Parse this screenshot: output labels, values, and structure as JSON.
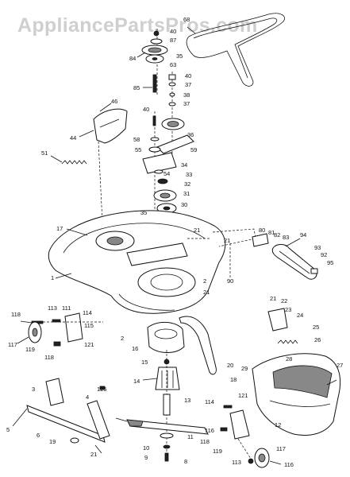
{
  "watermark": "AppliancePartsPros.com",
  "callouts": [
    {
      "id": "c68",
      "text": "68"
    },
    {
      "id": "c40a",
      "text": "40"
    },
    {
      "id": "c87",
      "text": "87"
    },
    {
      "id": "c84",
      "text": "84"
    },
    {
      "id": "c35a",
      "text": "35"
    },
    {
      "id": "c63",
      "text": "63"
    },
    {
      "id": "c85",
      "text": "85"
    },
    {
      "id": "c40b",
      "text": "40"
    },
    {
      "id": "c37a",
      "text": "37"
    },
    {
      "id": "c38",
      "text": "38"
    },
    {
      "id": "c37b",
      "text": "37"
    },
    {
      "id": "c46",
      "text": "46"
    },
    {
      "id": "c40c",
      "text": "40"
    },
    {
      "id": "c36",
      "text": "36"
    },
    {
      "id": "c44",
      "text": "44"
    },
    {
      "id": "c58",
      "text": "58"
    },
    {
      "id": "c55",
      "text": "55"
    },
    {
      "id": "c59",
      "text": "59"
    },
    {
      "id": "c51",
      "text": "51"
    },
    {
      "id": "c34",
      "text": "34"
    },
    {
      "id": "c54",
      "text": "54"
    },
    {
      "id": "c33",
      "text": "33"
    },
    {
      "id": "c32",
      "text": "32"
    },
    {
      "id": "c31",
      "text": "31"
    },
    {
      "id": "c30",
      "text": "30"
    },
    {
      "id": "c35b",
      "text": "35"
    },
    {
      "id": "c17",
      "text": "17"
    },
    {
      "id": "c21a",
      "text": "21"
    },
    {
      "id": "c21b",
      "text": "21"
    },
    {
      "id": "c80",
      "text": "80"
    },
    {
      "id": "c81",
      "text": "81"
    },
    {
      "id": "c82",
      "text": "82"
    },
    {
      "id": "c83",
      "text": "83"
    },
    {
      "id": "c94",
      "text": "94"
    },
    {
      "id": "c1",
      "text": "1"
    },
    {
      "id": "c2a",
      "text": "2"
    },
    {
      "id": "c21c",
      "text": "21"
    },
    {
      "id": "c93",
      "text": "93"
    },
    {
      "id": "c92",
      "text": "92"
    },
    {
      "id": "c95",
      "text": "95"
    },
    {
      "id": "c90",
      "text": "90"
    },
    {
      "id": "c113a",
      "text": "113"
    },
    {
      "id": "c111",
      "text": "111"
    },
    {
      "id": "c118a",
      "text": "118"
    },
    {
      "id": "c114a",
      "text": "114"
    },
    {
      "id": "c115",
      "text": "115"
    },
    {
      "id": "c117a",
      "text": "117"
    },
    {
      "id": "c119a",
      "text": "119"
    },
    {
      "id": "c118b",
      "text": "118"
    },
    {
      "id": "c121a",
      "text": "121"
    },
    {
      "id": "c2b",
      "text": "2"
    },
    {
      "id": "c16",
      "text": "16"
    },
    {
      "id": "c21d",
      "text": "21"
    },
    {
      "id": "c22",
      "text": "22"
    },
    {
      "id": "c23",
      "text": "23"
    },
    {
      "id": "c24",
      "text": "24"
    },
    {
      "id": "c25",
      "text": "25"
    },
    {
      "id": "c26",
      "text": "26"
    },
    {
      "id": "c27",
      "text": "27"
    },
    {
      "id": "c28",
      "text": "28"
    },
    {
      "id": "c29",
      "text": "29"
    },
    {
      "id": "c15",
      "text": "15"
    },
    {
      "id": "c20",
      "text": "20"
    },
    {
      "id": "c14",
      "text": "14"
    },
    {
      "id": "c18",
      "text": "18"
    },
    {
      "id": "c13",
      "text": "13"
    },
    {
      "id": "c3",
      "text": "3"
    },
    {
      "id": "c125",
      "text": "125"
    },
    {
      "id": "c4",
      "text": "4"
    },
    {
      "id": "c114b",
      "text": "114"
    },
    {
      "id": "c121b",
      "text": "121"
    },
    {
      "id": "c5",
      "text": "5"
    },
    {
      "id": "c6",
      "text": "6"
    },
    {
      "id": "c12",
      "text": "12"
    },
    {
      "id": "c11",
      "text": "11"
    },
    {
      "id": "c19",
      "text": "19"
    },
    {
      "id": "c116a",
      "text": "116"
    },
    {
      "id": "c118c",
      "text": "118"
    },
    {
      "id": "c21e",
      "text": "21"
    },
    {
      "id": "c10",
      "text": "10"
    },
    {
      "id": "c9",
      "text": "9"
    },
    {
      "id": "c8",
      "text": "8"
    },
    {
      "id": "c119b",
      "text": "119"
    },
    {
      "id": "c117b",
      "text": "117"
    },
    {
      "id": "c113b",
      "text": "113"
    },
    {
      "id": "c116b",
      "text": "116"
    }
  ]
}
